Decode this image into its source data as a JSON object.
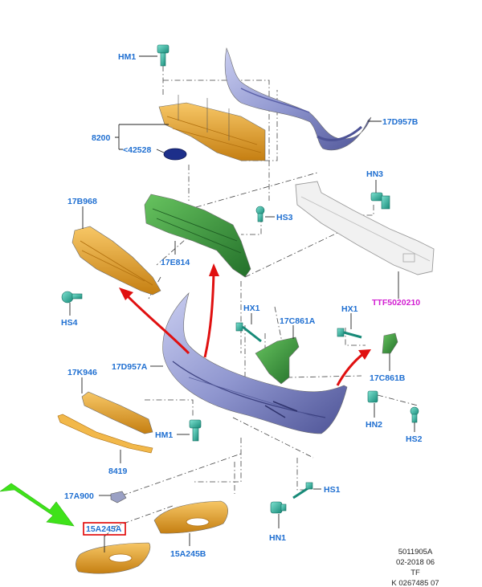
{
  "colors": {
    "label": "#1f6fd1",
    "label_special": "#d21fd2",
    "highlight_box": "#e00000",
    "pointer_arrow": "#3fe21a",
    "red_arrow": "#e01010",
    "orange_part": "#e8a62a",
    "green_part": "#3a9a38",
    "bumper_blue": "#8f96cf",
    "clip_teal": "#2fb9a6"
  },
  "labels": {
    "hm1_top": "HM1",
    "p17d957b": "17D957B",
    "p8200": "8200",
    "p42528": "<42528",
    "hn3": "HN3",
    "p17b968": "17B968",
    "hs3": "HS3",
    "p17e814": "17E814",
    "ttf": "TTF5020210",
    "hs4": "HS4",
    "hx1_left": "HX1",
    "p17c861a": "17C861A",
    "hx1_right": "HX1",
    "p17d957a": "17D957A",
    "p17c861b": "17C861B",
    "p17k946": "17K946",
    "hn2": "HN2",
    "hs2": "HS2",
    "hm1_mid": "HM1",
    "p8419": "8419",
    "p17a900": "17A900",
    "hs1": "HS1",
    "p15a245a": "15A245A",
    "hn1": "HN1",
    "p15a245b": "15A245B"
  },
  "meta": {
    "line1": "5011905A",
    "line2": "02-2018 06",
    "line3": "TF",
    "line4": "K 0267485 07"
  }
}
